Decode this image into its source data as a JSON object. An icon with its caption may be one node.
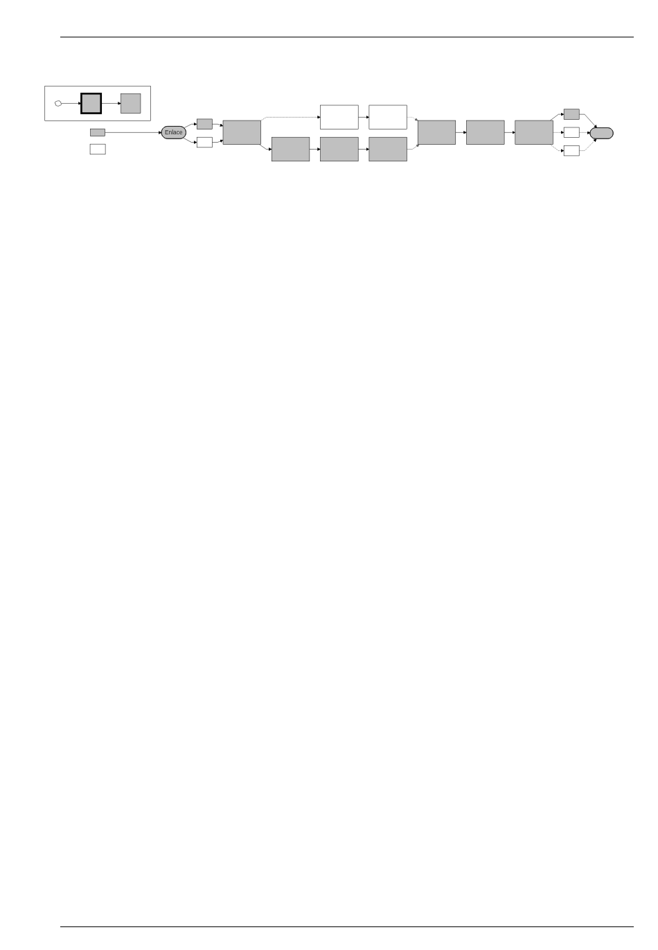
{
  "diagram": {
    "nodes": [
      {
        "text": [],
        "shape": "box"
      },
      {
        "text": [],
        "shape": "cloud",
        "in": 0
      },
      {
        "text": [],
        "shape": "box",
        "in": 0
      },
      {
        "text": [],
        "shape": "box",
        "in": 0
      },
      {
        "text": [],
        "shape": "box"
      },
      {
        "text": [],
        "shape": "box"
      },
      {
        "text": [
          "Enlace"
        ]
      },
      {
        "text": [],
        "shape": "box"
      },
      {
        "text": [],
        "shape": "box"
      },
      {
        "text": [],
        "shape": "box"
      },
      {
        "text": [],
        "shape": "box"
      },
      {
        "text": [],
        "shape": "box"
      },
      {
        "text": [],
        "shape": "box"
      },
      {
        "text": [],
        "shape": "box"
      },
      {
        "text": [],
        "shape": "box"
      },
      {
        "text": [],
        "shape": "box"
      },
      {
        "text": [],
        "shape": "box"
      },
      {
        "text": [],
        "shape": "box"
      },
      {
        "text": [],
        "shape": "box"
      },
      {
        "text": [],
        "shape": "box"
      },
      {
        "text": [],
        "shape": "box"
      },
      {
        "text": [],
        "shape": "ellipse"
      }
    ],
    "edges": [
      {
        "from": 1,
        "to": 2,
        "arrow": "to"
      },
      {
        "from": 2,
        "to": 3,
        "arrow": "to"
      },
      {
        "from": 4,
        "to": 6,
        "arrow": "to"
      },
      {
        "from": 6,
        "to": 7,
        "arrow": "to"
      },
      {
        "from": 6,
        "to": 8,
        "arrow": "to"
      },
      {
        "from": 7,
        "to": 9,
        "arrow": "to"
      },
      {
        "from": 8,
        "to": 9,
        "arrow": "to"
      },
      {
        "from": 9,
        "to": 11,
        "arrow": "to",
        "style": "dashed"
      },
      {
        "from": 9,
        "to": 10,
        "arrow": "to"
      },
      {
        "from": 10,
        "to": 12,
        "arrow": "to"
      },
      {
        "from": 11,
        "to": 13,
        "arrow": "to"
      },
      {
        "from": 12,
        "to": 14,
        "arrow": "to"
      },
      {
        "from": 13,
        "to": 15,
        "arrow": "to",
        "style": "dashed",
        "color": "#666666"
      },
      {
        "from": 14,
        "to": 15,
        "arrow": "to",
        "color": "#666666"
      },
      {
        "from": 15,
        "to": 16,
        "arrow": "to"
      },
      {
        "from": 16,
        "to": 17,
        "arrow": "to"
      },
      {
        "from": 17,
        "to": 18,
        "arrow": "to"
      },
      {
        "from": 17,
        "to": 19,
        "arrow": "to",
        "style": "dashed"
      },
      {
        "from": 17,
        "to": 20,
        "arrow": "to",
        "style": "dashed"
      },
      {
        "from": 18,
        "to": 21,
        "arrow": "to"
      },
      {
        "from": 19,
        "to": 21,
        "arrow": "to",
        "style": "dashed"
      },
      {
        "from": 20,
        "to": 21,
        "arrow": "to",
        "style": "dashed"
      }
    ]
  }
}
